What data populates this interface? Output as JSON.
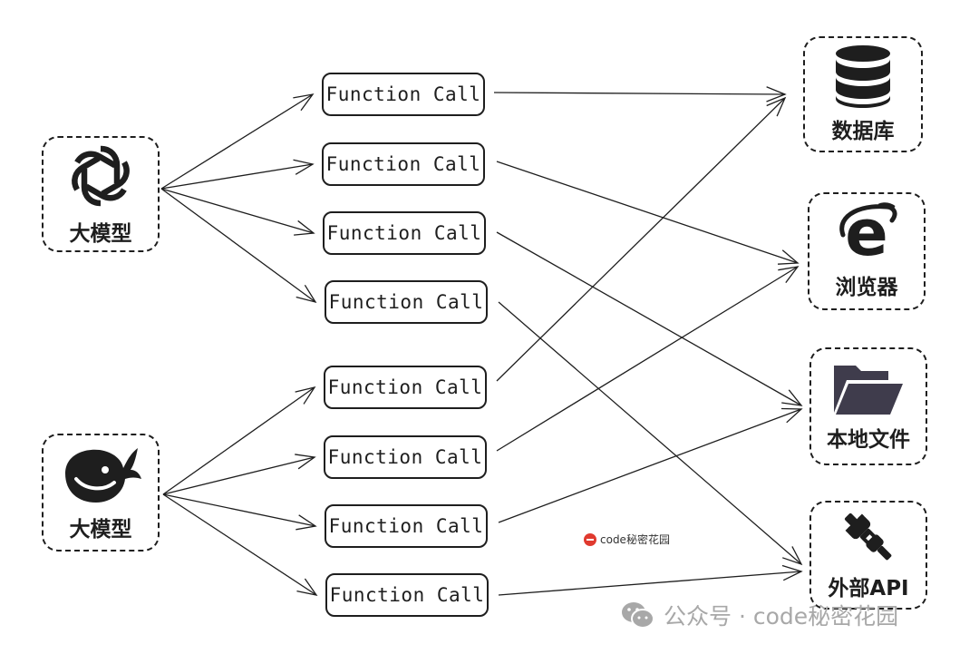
{
  "function_call_label": "Function Call",
  "llm_nodes": [
    {
      "label": "大模型",
      "icon": "openai-logo-icon"
    },
    {
      "label": "大模型",
      "icon": "deepseek-whale-icon"
    }
  ],
  "targets": [
    {
      "label": "数据库",
      "icon": "database-icon"
    },
    {
      "label": "浏览器",
      "icon": "internet-explorer-icon"
    },
    {
      "label": "本地文件",
      "icon": "folder-icon"
    },
    {
      "label": "外部API",
      "icon": "plug-icon"
    }
  ],
  "watermarks": {
    "small": "code秘密花园",
    "wechat": "公众号 · code秘密花园"
  },
  "colors": {
    "stroke": "#1e1e1e",
    "folder": "#3f3c4c",
    "watermark": "#a8a8a8"
  }
}
